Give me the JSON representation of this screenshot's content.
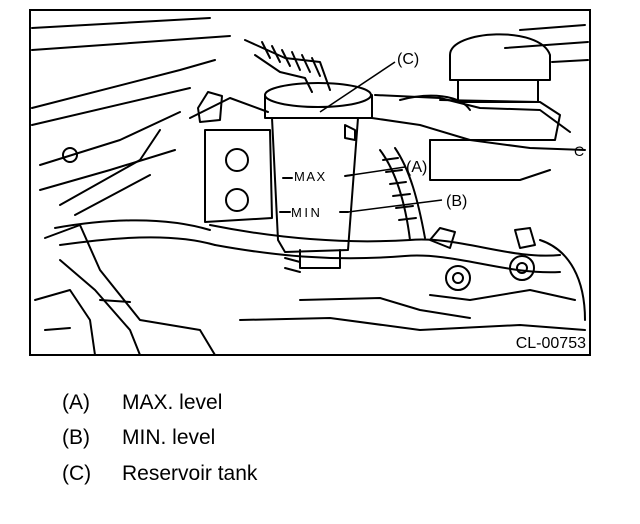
{
  "figure": {
    "code": "CL-00753",
    "gauge_marks": {
      "max": "MAX",
      "min": "MIN"
    },
    "callouts": [
      {
        "key": "A",
        "label": "(A)"
      },
      {
        "key": "B",
        "label": "(B)"
      },
      {
        "key": "C",
        "label": "(C)"
      },
      {
        "key": "C_partial",
        "label": "C"
      }
    ]
  },
  "legend": [
    {
      "key": "(A)",
      "description": "MAX. level"
    },
    {
      "key": "(B)",
      "description": "MIN. level"
    },
    {
      "key": "(C)",
      "description": "Reservoir tank"
    }
  ]
}
